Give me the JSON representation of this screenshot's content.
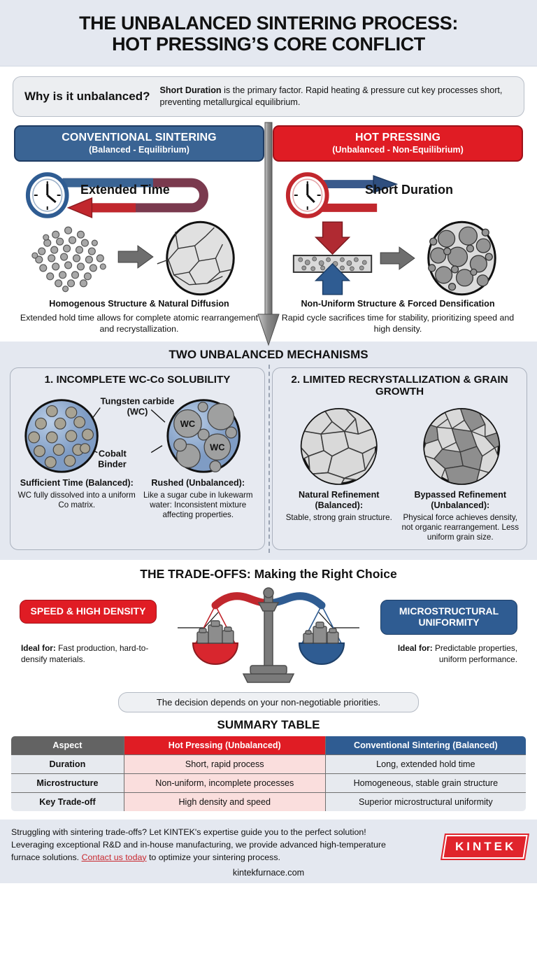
{
  "title": {
    "line1": "THE UNBALANCED SINTERING PROCESS:",
    "line2": "HOT PRESSING’S CORE CONFLICT"
  },
  "why": {
    "question": "Why is it unbalanced?",
    "answer_bold": "Short Duration",
    "answer_rest": " is the primary factor. Rapid heating & pressure cut key processes short, preventing metallurgical equilibrium."
  },
  "compare": {
    "left": {
      "head_main": "CONVENTIONAL SINTERING",
      "head_sub": "(Balanced - Equilibrium)",
      "time_label": "Extended Time",
      "caption_bold": "Homogenous Structure & Natural Diffusion",
      "caption_sub": "Extended hold time allows for complete atomic rearrangement and recrystallization."
    },
    "right": {
      "head_main": "HOT PRESSING",
      "head_sub": "(Unbalanced - Non-Equilibrium)",
      "time_label": "Short Duration",
      "caption_bold": "Non-Uniform Structure & Forced Densification",
      "caption_sub": "Rapid cycle sacrifices time for stability, prioritizing speed and high density."
    }
  },
  "mechanisms": {
    "section_title": "TWO UNBALANCED MECHANISMS",
    "card1": {
      "heading": "1. INCOMPLETE WC-Co SOLUBILITY",
      "annotation_top": "Tungsten carbide (WC)",
      "annotation_bottom": "Cobalt Binder",
      "wc_label": "WC",
      "left_title": "Sufficient Time (Balanced):",
      "left_desc": "WC fully dissolved into a uniform Co matrix.",
      "right_title": "Rushed (Unbalanced):",
      "right_desc": "Like a sugar cube in lukewarm water: Inconsistent mixture affecting properties."
    },
    "card2": {
      "heading": "2. LIMITED RECRYSTALLIZATION & GRAIN GROWTH",
      "left_title": "Natural Refinement (Balanced):",
      "left_desc": "Stable, strong grain structure.",
      "right_title": "Bypassed Refinement (Unbalanced):",
      "right_desc": "Physical force achieves density, not organic rearrangement. Less uniform grain size."
    }
  },
  "tradeoffs": {
    "title": "THE TRADE-OFFS: Making the Right Choice",
    "left_pill": "SPEED & HIGH DENSITY",
    "left_ideal_bold": "Ideal for:",
    "left_ideal_rest": " Fast production, hard-to-densify materials.",
    "right_pill": "MICROSTRUCTURAL UNIFORMITY",
    "right_ideal_bold": "Ideal for:",
    "right_ideal_rest": " Predictable properties, uniform performance.",
    "decision": "The decision depends on your non-negotiable priorities."
  },
  "summary_table": {
    "title": "SUMMARY TABLE",
    "headers": [
      "Aspect",
      "Hot Pressing (Unbalanced)",
      "Conventional Sintering (Balanced)"
    ],
    "rows": [
      [
        "Duration",
        "Short, rapid process",
        "Long, extended hold time"
      ],
      [
        "Microstructure",
        "Non-uniform, incomplete processes",
        "Homogeneous, stable grain structure"
      ],
      [
        "Key Trade-off",
        "High density and speed",
        "Superior microstructural uniformity"
      ]
    ]
  },
  "footer": {
    "text_part1": "Struggling with sintering trade-offs? Let KINTEK's expertise guide you to the perfect solution! Leveraging exceptional R&D and in-house manufacturing, we provide advanced high-temperature furnace solutions. ",
    "link": "Contact us today",
    "text_part2": " to optimize your sintering process.",
    "url": "kintekfurnace.com",
    "brand": "KINTEK"
  },
  "colors": {
    "blue": "#2f5c92",
    "blue_head": "#3a6494",
    "red": "#e01c24",
    "band": "#e4e8f0",
    "grey_header": "#636363",
    "red_cell": "#fadedd"
  }
}
